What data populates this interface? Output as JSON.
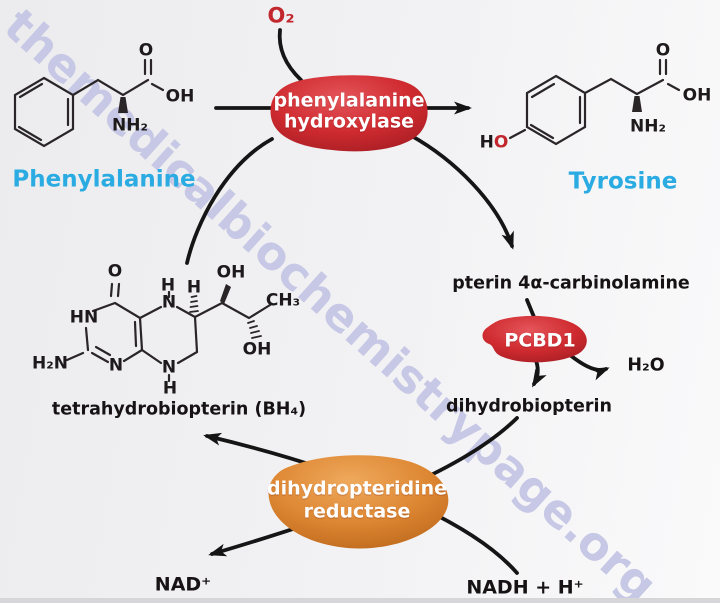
{
  "watermark": {
    "text": "themedicalbiochemistrypage.org",
    "color": "#c6c8e5"
  },
  "colors": {
    "enzyme_red": "#cf2b30",
    "enzyme_orange": "#dd8733",
    "substrate_name_blue": "#2aabe2",
    "accent_red": "#c1272d",
    "ink": "#1e1a1b",
    "background": "#f2f2f4"
  },
  "substrates": {
    "phenylalanine": {
      "name": "Phenylalanine",
      "atoms": {
        "o": "O",
        "oh": "OH",
        "nh2": "NH₂"
      }
    },
    "tyrosine": {
      "name": "Tyrosine",
      "atoms": {
        "o": "O",
        "oh": "OH",
        "nh2": "NH₂",
        "ho_h": "H",
        "ho_o": "O"
      }
    },
    "bh4": {
      "caption": "tetrahydrobiopterin (BH₄)",
      "atoms": {
        "o": "O",
        "hn": "HN",
        "h2n": "H₂N",
        "n1": "N",
        "n5": "N",
        "n8": "N",
        "h_n5": "H",
        "h_c6": "H",
        "h_n8": "H",
        "oh_top": "OH",
        "oh_bottom": "OH",
        "ch3": "CH₃"
      }
    }
  },
  "enzymes": {
    "pah": {
      "line1": "phenylalanine",
      "line2": "hydroxylase"
    },
    "pcbd1": {
      "name": "PCBD1"
    },
    "dhpr": {
      "line1": "dihydropteridine",
      "line2": "reductase"
    }
  },
  "metabolites": {
    "o2": "O₂",
    "pterin_carbinolamine": "pterin 4α-carbinolamine",
    "h2o": "H₂O",
    "dihydrobiopterin": "dihydrobiopterin",
    "nad": "NAD⁺",
    "nadh": "NADH + H⁺"
  }
}
